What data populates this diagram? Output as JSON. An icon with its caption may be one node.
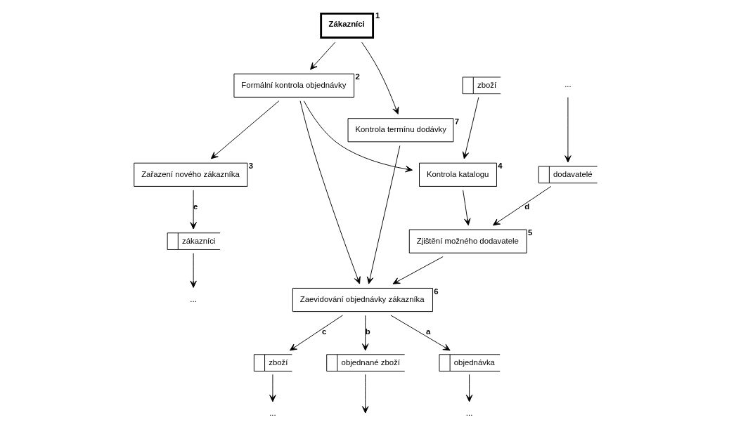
{
  "diagram": {
    "nodes": [
      {
        "text": [
          "Zákazníci"
        ],
        "beside": [
          "1"
        ]
      },
      {
        "text": [
          "zboží"
        ]
      },
      {
        "text": [
          "Kontrola katalogu"
        ],
        "beside": [
          "4"
        ]
      },
      {
        "text": [
          "Zjištění možného dodavatele"
        ],
        "beside": [
          "5"
        ]
      },
      {
        "text": [
          "Formální kontrola objednávky"
        ],
        "beside": [
          "2"
        ]
      },
      {
        "text": [
          "dodavatelé"
        ]
      },
      {
        "text": [
          "..."
        ]
      },
      {
        "text": [
          "Zaevidování objednávky zákazníka"
        ],
        "beside": [
          "6"
        ]
      },
      {
        "text": [
          "..."
        ]
      },
      {
        "text": [
          "Kontrola termínu dodávky"
        ],
        "beside": [
          "7"
        ]
      },
      {
        "text": [
          "zboží"
        ]
      },
      {
        "text": [
          "Zařazení nového zákazníka"
        ],
        "beside": [
          "3"
        ]
      },
      {
        "text": [
          "objednané zboží"
        ]
      },
      {
        "text": [
          "zákazníci"
        ]
      },
      {
        "text": [
          "..."
        ]
      },
      {
        "text": [
          "objednávka"
        ]
      },
      {
        "text": [
          "..."
        ]
      }
    ],
    "edges": [
      {
        "from": 0,
        "to": 4,
        "arrow": "to"
      },
      {
        "from": 1,
        "to": 2,
        "arrow": "to"
      },
      {
        "from": 4,
        "to": 2,
        "arrow": "to"
      },
      {
        "from": 2,
        "to": 3,
        "arrow": "to"
      },
      {
        "from": 3,
        "to": 7,
        "arrow": "to"
      },
      {
        "from": 5,
        "to": 3,
        "arrow": "to",
        "label": "d"
      },
      {
        "from": 6,
        "to": 5,
        "arrow": "to"
      },
      {
        "from": 4,
        "to": 7,
        "arrow": "to"
      },
      {
        "from": 7,
        "to": 10,
        "arrow": "to",
        "label": "c"
      },
      {
        "from": 10,
        "to": 8,
        "arrow": "to"
      },
      {
        "from": 7,
        "to": 12,
        "arrow": "to",
        "label": "b"
      },
      {
        "from": 12,
        "to": null,
        "arrow": "to"
      },
      {
        "from": 7,
        "to": 15,
        "arrow": "to",
        "label": "a"
      },
      {
        "from": 15,
        "to": 16,
        "arrow": "to"
      },
      {
        "from": 9,
        "to": 7,
        "arrow": "to"
      },
      {
        "from": 4,
        "to": 11,
        "arrow": "to"
      },
      {
        "from": 11,
        "to": 13,
        "arrow": "to",
        "label": "e"
      },
      {
        "from": 13,
        "to": 14,
        "arrow": "to"
      },
      {
        "from": 0,
        "to": 9,
        "arrow": "to"
      }
    ]
  }
}
